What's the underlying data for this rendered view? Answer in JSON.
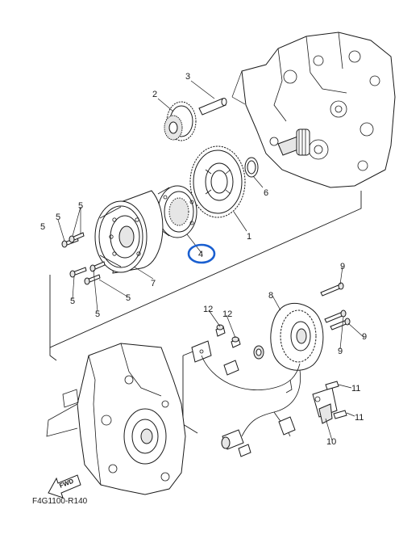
{
  "diagram": {
    "code": "F4G1100-R140",
    "fwd_label": "FWD",
    "highlight_color": "#1a5fd0",
    "callouts": {
      "c1": "1",
      "c2": "2",
      "c3": "3",
      "c4": "4",
      "c5a": "5",
      "c5b": "5",
      "c5c": "5",
      "c5d": "5",
      "c5e": "5",
      "c6": "6",
      "c7": "7",
      "c8": "8",
      "c9a": "9",
      "c9b": "9",
      "c9c": "9",
      "c10": "10",
      "c11a": "11",
      "c11b": "11",
      "c12a": "12",
      "c12b": "12"
    }
  }
}
